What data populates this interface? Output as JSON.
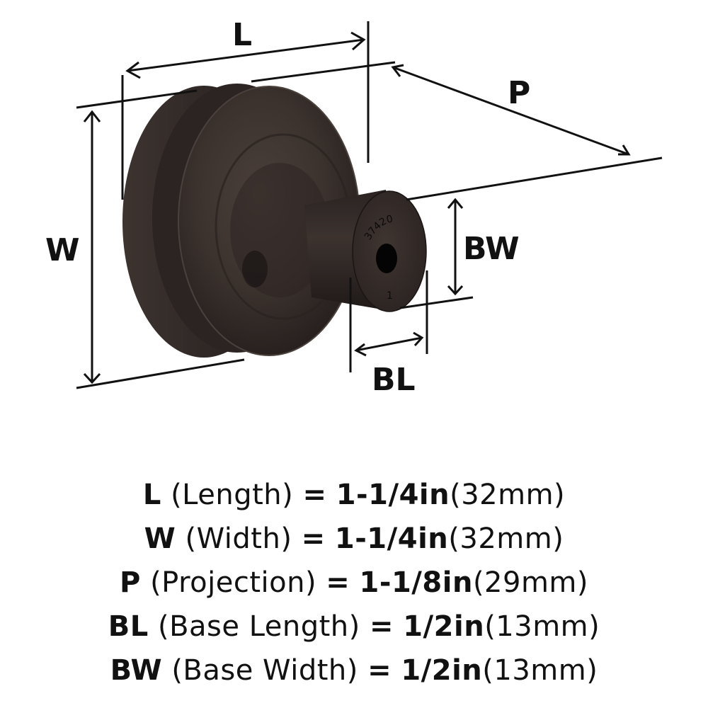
{
  "diagram": {
    "subject": "cabinet knob, oil-rubbed bronze finish",
    "finish_color": "#3a302c",
    "line_color": "#111111",
    "part_markings": {
      "model_number": "37420",
      "index_mark": "1"
    },
    "dimension_labels": {
      "length": "L",
      "width": "W",
      "projection": "P",
      "base_width": "BW",
      "base_length": "BL"
    }
  },
  "specs": [
    {
      "code": "L",
      "name": "(Length)",
      "eq": "=",
      "inches": "1-1/4in",
      "mm": "(32mm)"
    },
    {
      "code": "W",
      "name": "(Width)",
      "eq": "=",
      "inches": "1-1/4in",
      "mm": "(32mm)"
    },
    {
      "code": "P",
      "name": "(Projection)",
      "eq": "=",
      "inches": "1-1/8in",
      "mm": "(29mm)"
    },
    {
      "code": "BL",
      "name": "(Base Length)",
      "eq": "=",
      "inches": "1/2in",
      "mm": "(13mm)"
    },
    {
      "code": "BW",
      "name": "(Base Width)",
      "eq": "=",
      "inches": "1/2in",
      "mm": "(13mm)"
    }
  ]
}
